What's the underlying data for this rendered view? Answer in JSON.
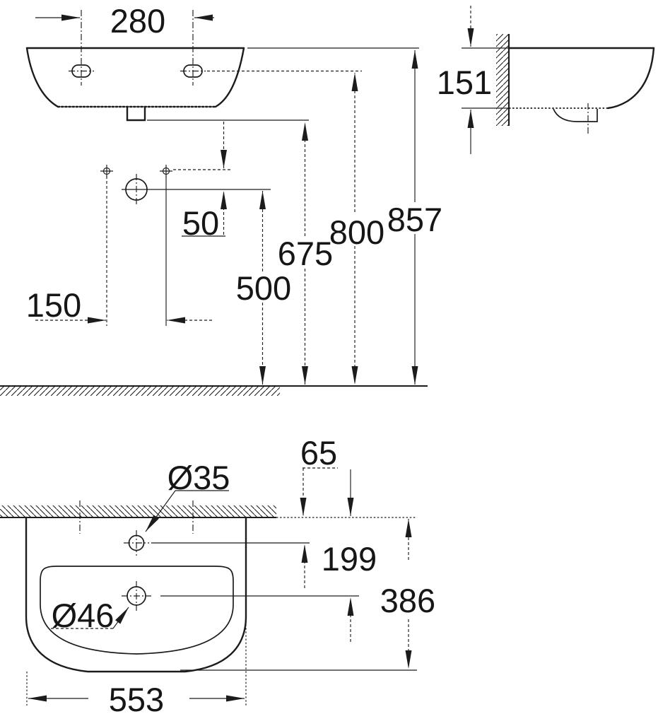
{
  "drawing": {
    "type": "washbasin-installation-dimension-drawing",
    "colors": {
      "line": "#1c1c1c",
      "background": "#ffffff"
    },
    "views": {
      "front": {
        "name": "front-view",
        "dims": {
          "hole_spacing": "280",
          "faucet_to_anchor_offset": "50",
          "anchor_spacing": "150",
          "faucet_height": "500",
          "drain_height": "675",
          "anchor_height": "800",
          "rim_height": "857"
        }
      },
      "side": {
        "name": "side-view",
        "dims": {
          "basin_depth_at_wall": "151"
        }
      },
      "plan": {
        "name": "plan-view",
        "dims": {
          "faucet_from_wall": "65",
          "faucet_hole_diameter": "Ø35",
          "drain_from_wall": "199",
          "total_depth": "386",
          "drain_diameter": "Ø46",
          "basin_width": "553"
        }
      }
    }
  }
}
